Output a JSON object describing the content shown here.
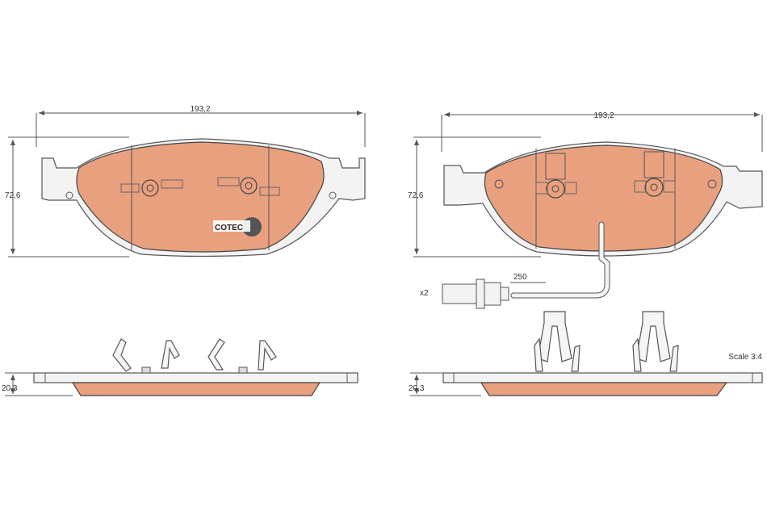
{
  "left_view": {
    "width_label": "193,2",
    "height_label": "72,6",
    "thickness_label": "20,3",
    "logo_text": "COTEC"
  },
  "right_view": {
    "width_label": "193,2",
    "height_label": "72,6",
    "thickness_label": "20,3",
    "sensor_length_label": "250",
    "quantity_label": "x2"
  },
  "scale_label": "Scale 3:4",
  "colors": {
    "friction_material": "#e8a07f",
    "outline": "#444444",
    "backing_plate": "#f3f3f3"
  }
}
